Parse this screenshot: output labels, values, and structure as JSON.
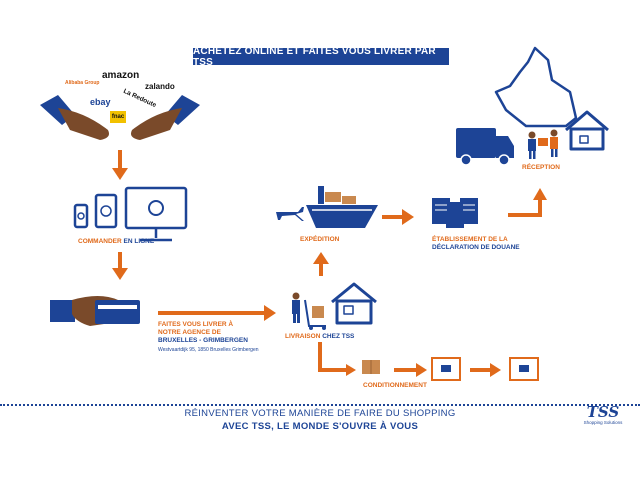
{
  "banner": "ACHETEZ ONLINE ET FAITES VOUS LIVRER PAR TSS",
  "brands": {
    "alibaba": "Alibaba Group",
    "amazon": "amazon",
    "zalando": "zalando",
    "ebay": "ebay",
    "laredoute": "La Redoute",
    "fnac": "fnac"
  },
  "steps": {
    "commander_a": "COMMANDER",
    "commander_b": "EN LIGNE",
    "livrer_1": "FAITES VOUS LIVRER À",
    "livrer_2": "NOTRE AGENCE DE",
    "livrer_3": "BRUXELLES - GRIMBERGEN",
    "address": "Westvaartdijk 95, 1850 Bruxelles Grimbergen",
    "livraison_a": "LIVRAISON",
    "livraison_b": "CHEZ TSS",
    "expedition": "EXPÉDITION",
    "douane_1": "ÉTABLISSEMENT DE LA",
    "douane_2": "DÉCLARATION DE DOUANE",
    "reception": "RÉCEPTION",
    "conditionnement": "CONDITIONNEMENT"
  },
  "tagline_1": "RÉINVENTER VOTRE MANIÈRE DE FAIRE DU SHOPPING",
  "tagline_2": "AVEC TSS, LE MONDE S'OUVRE À VOUS",
  "logo": {
    "mark": "TSS",
    "sub": "Shopping Solutions"
  },
  "colors": {
    "blue": "#1d4496",
    "orange": "#e06a1b"
  }
}
